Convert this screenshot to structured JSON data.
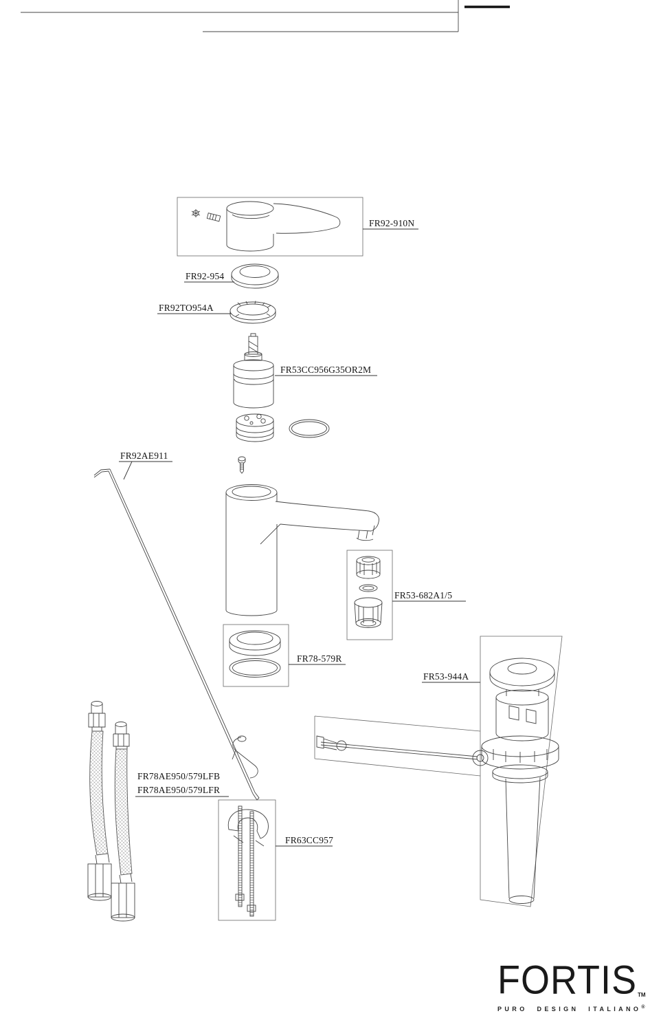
{
  "parts": [
    {
      "label": "FR92-910N"
    },
    {
      "label": "FR92-954"
    },
    {
      "label": "FR92TO954A"
    },
    {
      "label": "FR53CC956G35OR2M"
    },
    {
      "label": "FR92AE911"
    },
    {
      "label": "FR53-682A1/5"
    },
    {
      "label": "FR78-579R"
    },
    {
      "label": "FR53-944A"
    },
    {
      "label": "FR78AE950/579LFB"
    },
    {
      "label": "FR78AE950/579LFR"
    },
    {
      "label": "FR63CC957"
    }
  ],
  "brand": {
    "name": "FORTIS",
    "trademark": "TM",
    "tagline": "PURO DESIGN ITALIANO",
    "tagline_mark": "®"
  }
}
